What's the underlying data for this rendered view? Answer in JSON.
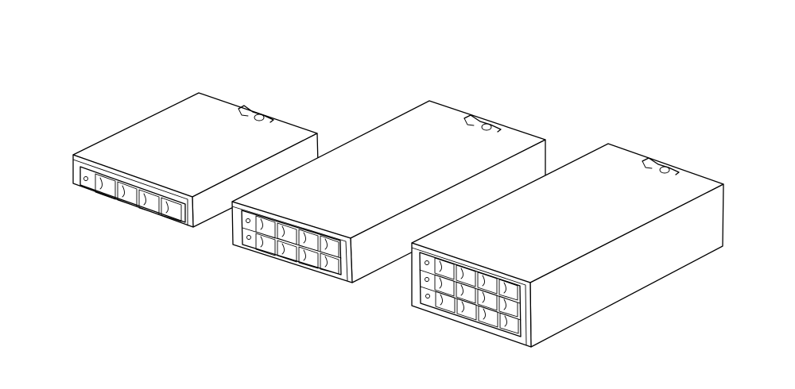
{
  "figure": {
    "background": "#ffffff",
    "line_color": "#000000",
    "style": "isometric line drawing",
    "modules": [
      {
        "name": "module-1-row",
        "port_rows": 1,
        "ports_per_row": 4
      },
      {
        "name": "module-2-row",
        "port_rows": 2,
        "ports_per_row": 4
      },
      {
        "name": "module-3-row",
        "port_rows": 3,
        "ports_per_row": 4
      }
    ]
  }
}
